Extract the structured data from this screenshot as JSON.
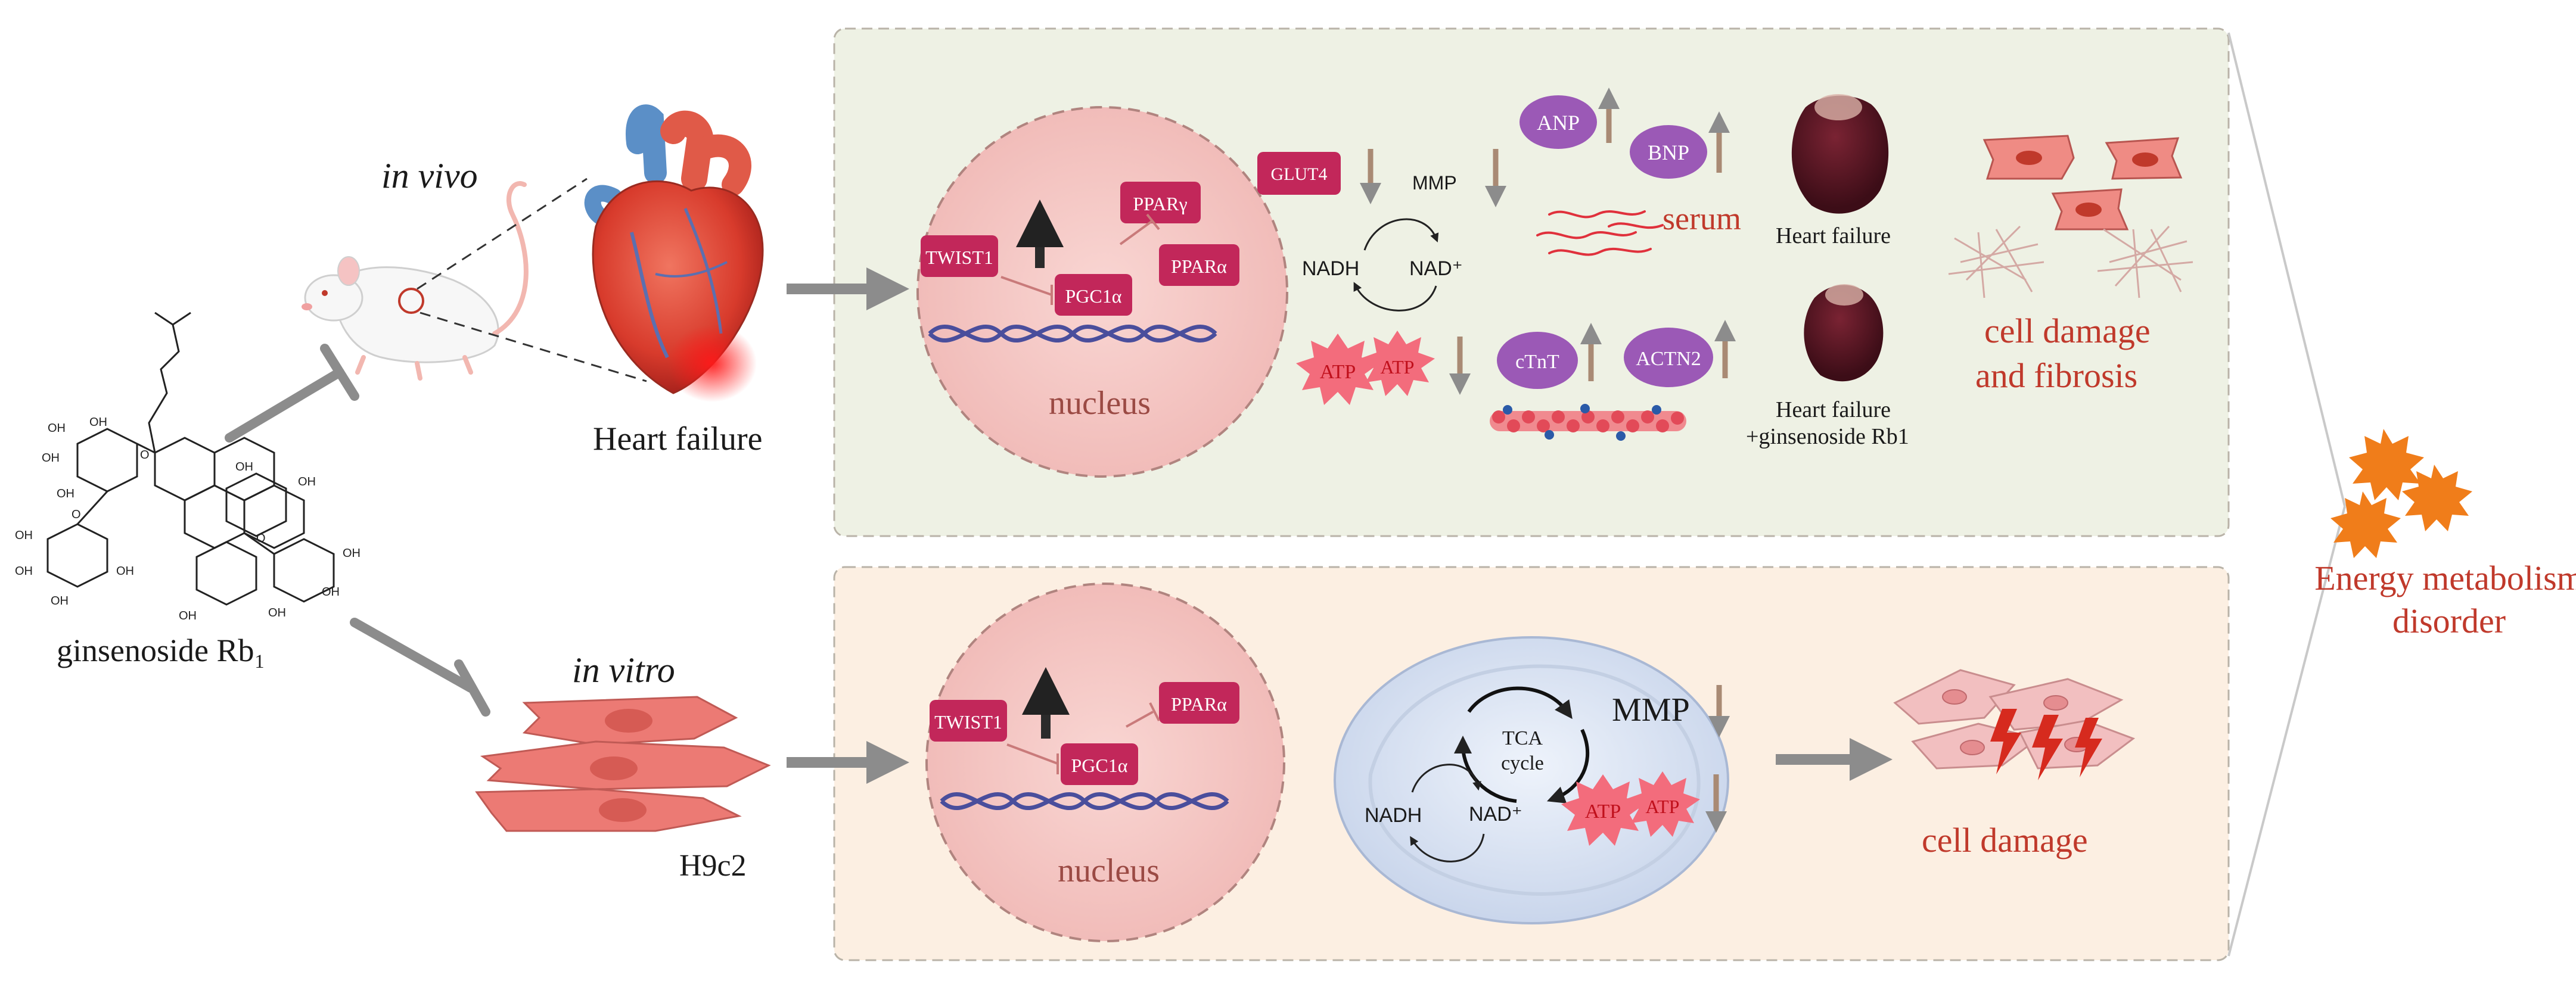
{
  "colors": {
    "in_vivo_panel": "#eef1e4",
    "in_vitro_panel": "#fcefe2",
    "nucleus_fill": "#f6c8c6",
    "gene_box": "#c2275a",
    "arrow_brown": "#a98a74",
    "oval_purple": "#9b59b6",
    "accent_red": "#c0392b",
    "burst_orange": "#f07d1a",
    "dna_blue": "#4a4e9c"
  },
  "compound": {
    "name": "ginsenoside Rb₁",
    "hydroxyl_label": "OH",
    "ring_oxygen": "O"
  },
  "in_vivo": {
    "title": "in vivo",
    "heart_label": "Heart failure",
    "nucleus": {
      "label": "nucleus",
      "genes": [
        "TWIST1",
        "PGC1α",
        "PPARγ",
        "PPARα"
      ]
    },
    "glut4": "GLUT4",
    "mmp": "MMP",
    "nadh": "NADH",
    "nad": "NAD⁺",
    "atp": [
      "ATP",
      "ATP"
    ],
    "markers_top": [
      "ANP",
      "BNP"
    ],
    "serum": "serum",
    "markers_bottom": [
      "cTnT",
      "ACTN2"
    ],
    "heart_photo_1": "Heart failure",
    "heart_photo_2_line1": "Heart failure",
    "heart_photo_2_line2": "+ginsenoside Rb1",
    "outcome_line1": "cell damage",
    "outcome_line2": "and fibrosis"
  },
  "in_vitro": {
    "title": "in vitro",
    "cell_label": "H9c2",
    "nucleus": {
      "label": "nucleus",
      "genes": [
        "TWIST1",
        "PGC1α",
        "PPARα"
      ]
    },
    "tca_line1": "TCA",
    "tca_line2": "cycle",
    "mmp": "MMP",
    "nadh": "NADH",
    "nad": "NAD⁺",
    "atp": [
      "ATP",
      "ATP"
    ],
    "outcome": "cell damage"
  },
  "summary": {
    "line1": "Energy metabolism",
    "line2": "disorder"
  }
}
